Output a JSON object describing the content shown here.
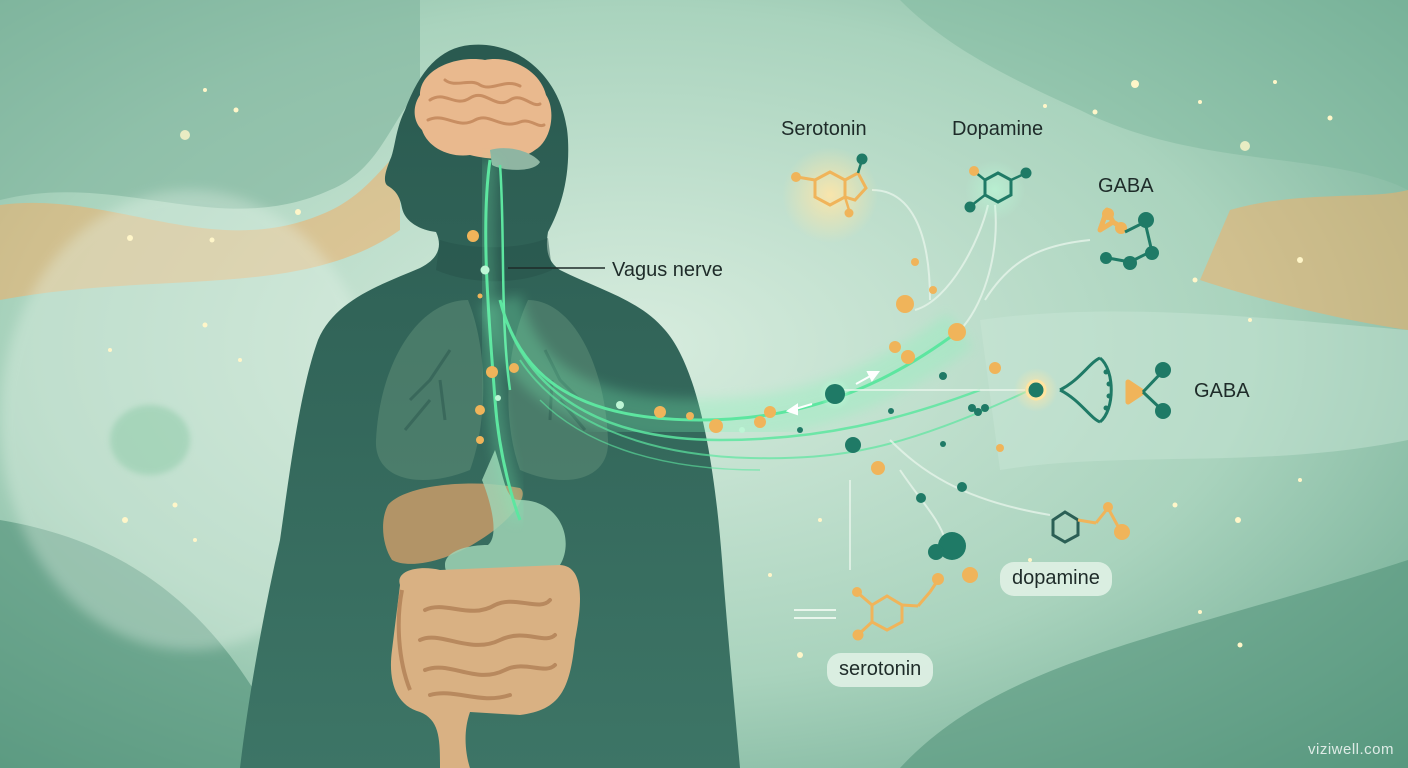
{
  "labels": {
    "vagus": "Vagus nerve",
    "serotonin_top": "Serotonin",
    "dopamine_top": "Dopamine",
    "gaba_top": "GABA",
    "gaba_mid": "GABA",
    "dopamine_pill": "dopamine",
    "serotonin_pill": "serotonin"
  },
  "credit": "viziwell.com",
  "colors": {
    "background": "#8dbfa6",
    "silhouette": "#2f5d53",
    "nerve": "#5de6a0",
    "neurotransmitter_gold": "#f0b45a",
    "molecule_teal": "#1f7a66",
    "organ_tan": "#e2b888",
    "accent_orange": "#f1a85e"
  }
}
